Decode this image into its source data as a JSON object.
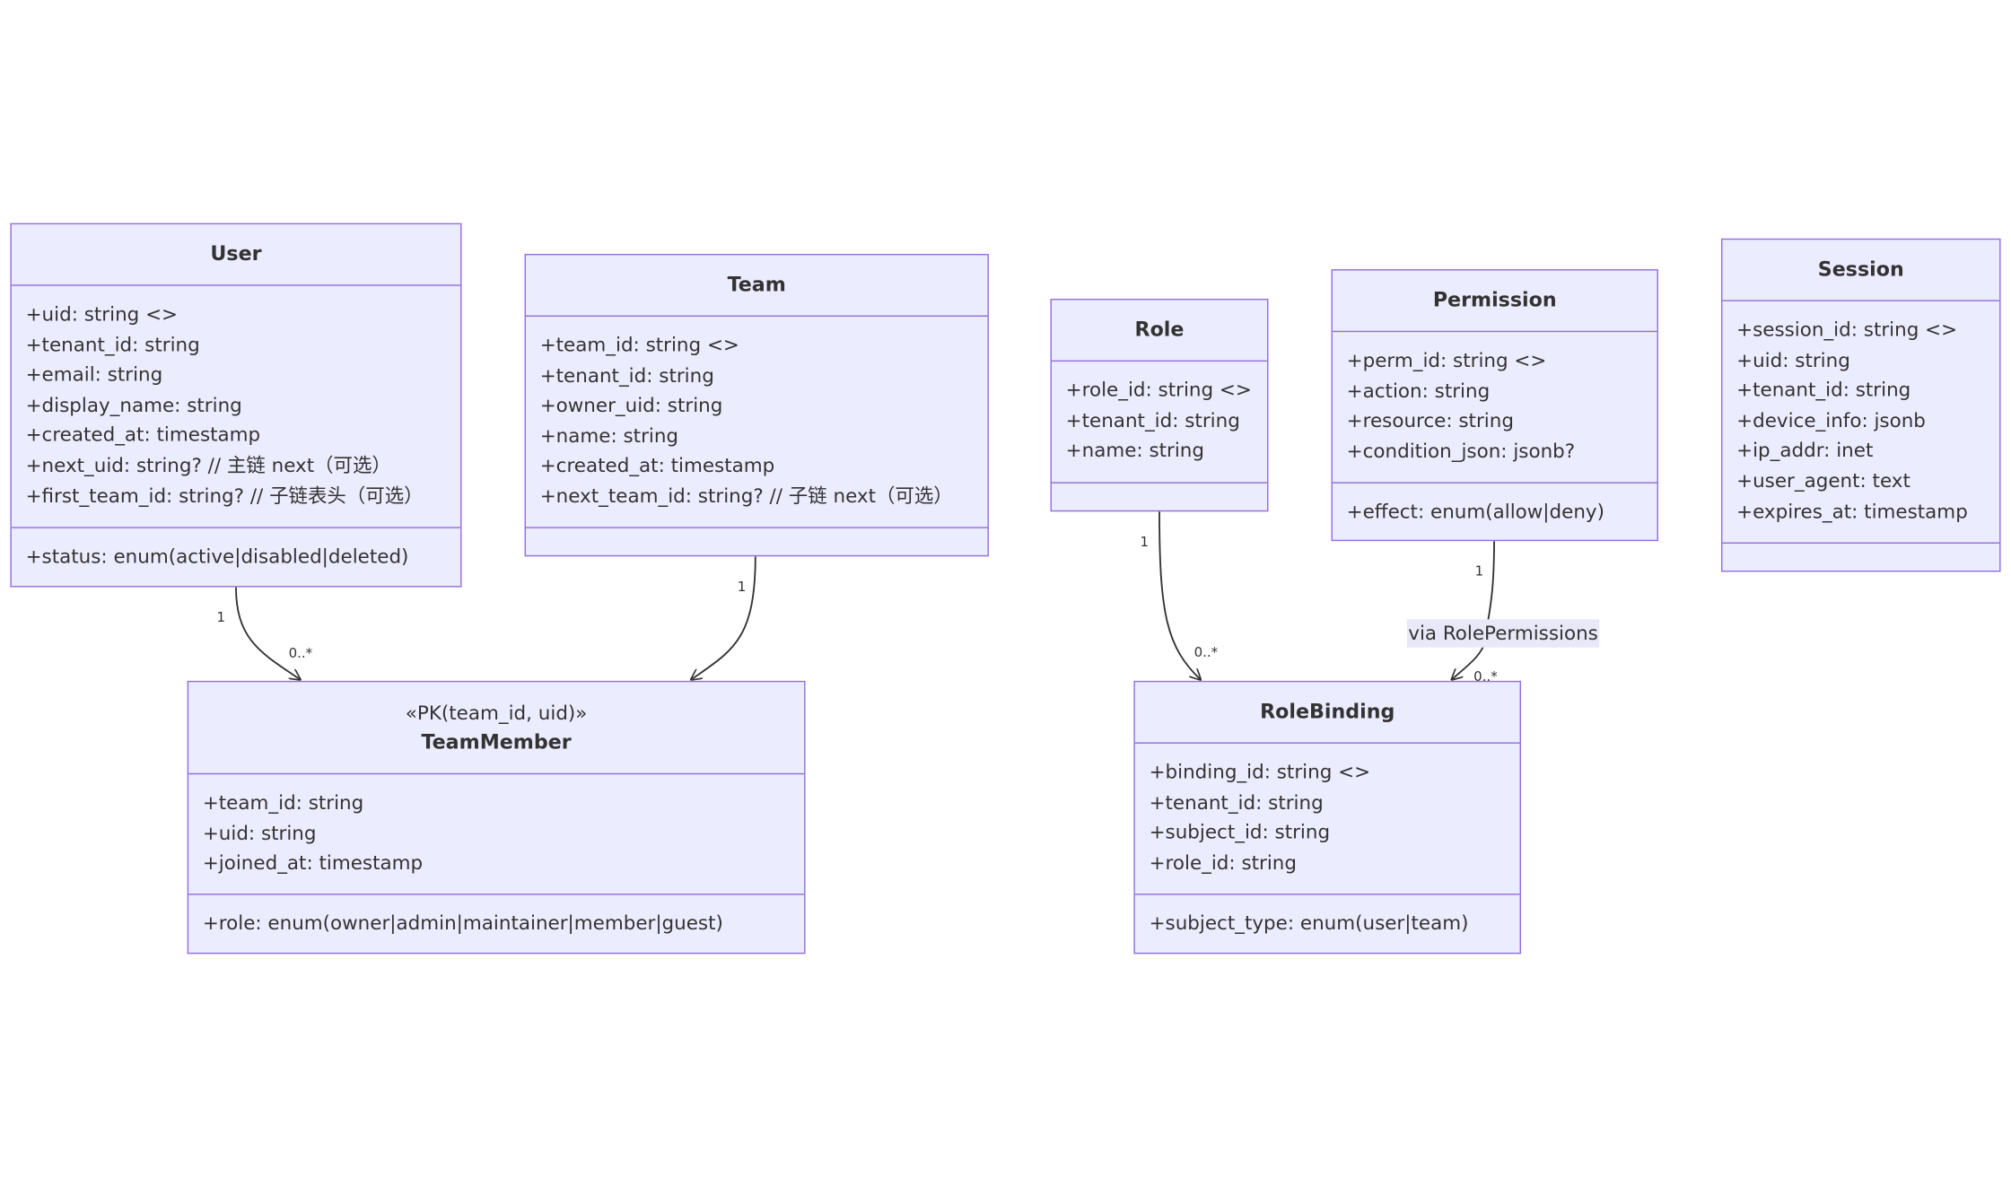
{
  "classes": {
    "user": {
      "name": "User",
      "attributes": [
        "+uid: string <>",
        "+tenant_id: string",
        "+email: string",
        "+display_name: string",
        "+created_at: timestamp",
        "+next_uid: string? // 主链 next（可选）",
        "+first_team_id: string? // 子链表头（可选）"
      ],
      "methods": [
        "+status: enum(active|disabled|deleted)"
      ]
    },
    "team": {
      "name": "Team",
      "attributes": [
        "+team_id: string <>",
        "+tenant_id: string",
        "+owner_uid: string",
        "+name: string",
        "+created_at: timestamp",
        "+next_team_id: string? // 子链 next（可选）"
      ],
      "methods": []
    },
    "role": {
      "name": "Role",
      "attributes": [
        "+role_id: string <>",
        "+tenant_id: string",
        "+name: string"
      ],
      "methods": []
    },
    "permission": {
      "name": "Permission",
      "attributes": [
        "+perm_id: string <>",
        "+action: string",
        "+resource: string",
        "+condition_json: jsonb?"
      ],
      "methods": [
        "+effect: enum(allow|deny)"
      ]
    },
    "session": {
      "name": "Session",
      "attributes": [
        "+session_id: string <>",
        "+uid: string",
        "+tenant_id: string",
        "+device_info: jsonb",
        "+ip_addr: inet",
        "+user_agent: text",
        "+expires_at: timestamp"
      ],
      "methods": []
    },
    "team_member": {
      "stereotype": "«PK(team_id, uid)»",
      "name": "TeamMember",
      "attributes": [
        "+team_id: string",
        "+uid: string",
        "+joined_at: timestamp"
      ],
      "methods": [
        "+role: enum(owner|admin|maintainer|member|guest)"
      ]
    },
    "role_binding": {
      "name": "RoleBinding",
      "attributes": [
        "+binding_id: string <>",
        "+tenant_id: string",
        "+subject_id: string",
        "+role_id: string"
      ],
      "methods": [
        "+subject_type: enum(user|team)"
      ]
    }
  },
  "relations": {
    "user_teammember": {
      "from": "User",
      "to": "TeamMember",
      "from_mult": "1",
      "to_mult": "0..*"
    },
    "team_teammember": {
      "from": "Team",
      "to": "TeamMember",
      "from_mult": "1"
    },
    "role_rolebinding": {
      "from": "Role",
      "to": "RoleBinding",
      "from_mult": "1",
      "to_mult": "0..*"
    },
    "permission_rolebinding": {
      "from": "Permission",
      "to": "RoleBinding",
      "from_mult": "1",
      "to_mult": "0..*",
      "label": "via RolePermissions"
    }
  },
  "colors": {
    "box_fill": "#ECECFF",
    "box_border": "#9370DB",
    "text": "#333333",
    "edge": "#333333",
    "label_bg": "#E8E8F8"
  }
}
